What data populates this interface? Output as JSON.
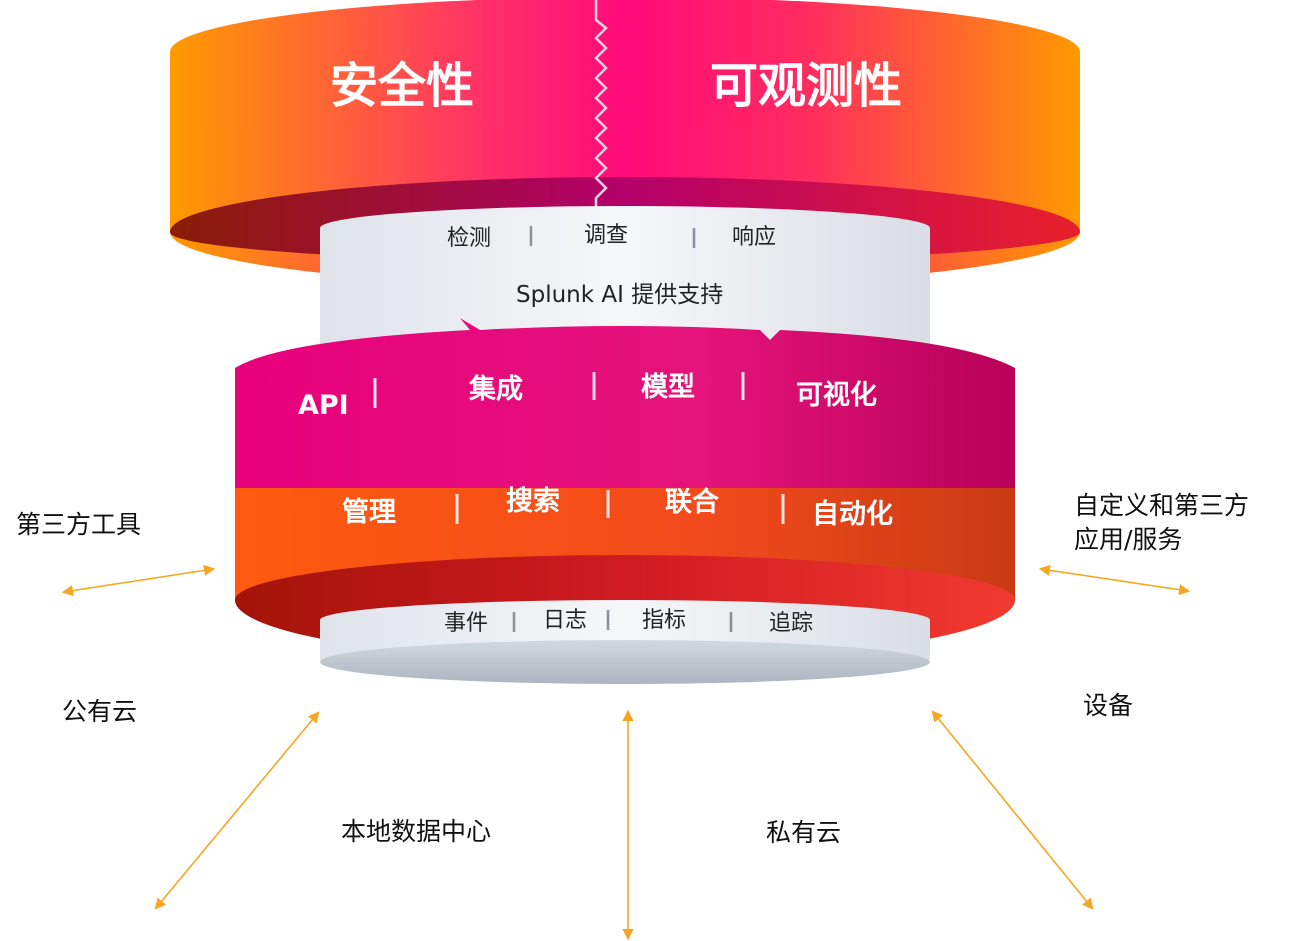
{
  "top_ring": {
    "left_title": "安全性",
    "right_title": "可观测性"
  },
  "ai_layer": {
    "capabilities": [
      "检测",
      "调查",
      "响应"
    ],
    "powered_by": "Splunk AI 提供支持"
  },
  "platform_band_upper": [
    "API",
    "集成",
    "模型",
    "可视化"
  ],
  "platform_band_lower": [
    "管理",
    "搜索",
    "联合",
    "自动化"
  ],
  "data_layer": [
    "事件",
    "日志",
    "指标",
    "追踪"
  ],
  "sources": {
    "third_party_tools": "第三方工具",
    "custom_apps": "自定义和第三方应用/服务",
    "public_cloud": "公有云",
    "devices": "设备",
    "on_prem": "本地数据中心",
    "private_cloud": "私有云"
  },
  "colors": {
    "orange": "#ff9a00",
    "magenta": "#e8007d",
    "pink": "#f0197a",
    "arrow": "#f5a623",
    "silver": "#e6e9ee"
  }
}
